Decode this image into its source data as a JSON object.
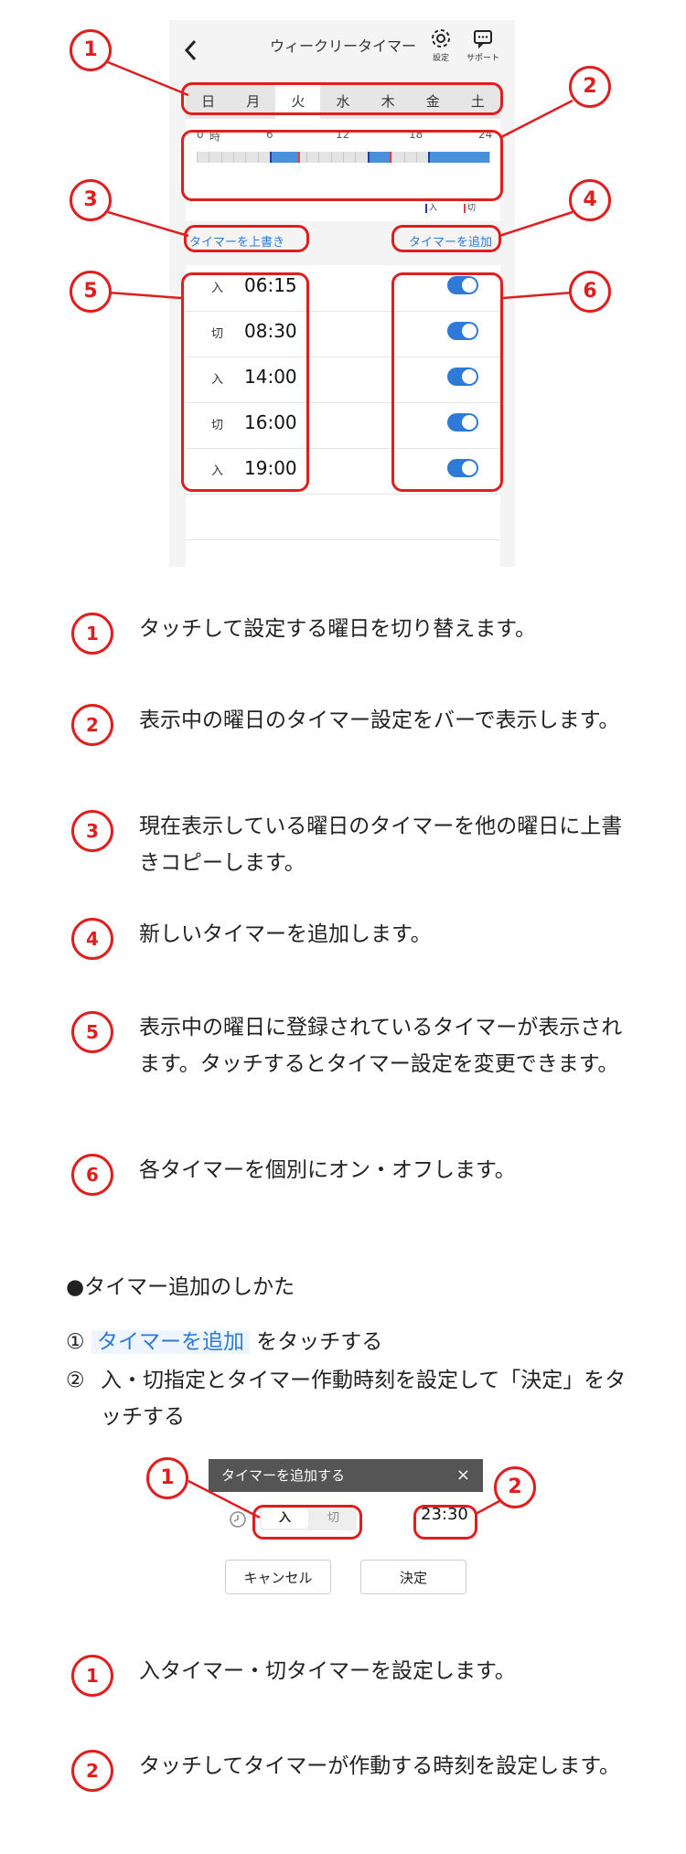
{
  "app": {
    "title": "ウィークリータイマー",
    "settings_label": "設定",
    "support_label": "サポート"
  },
  "days": [
    "日",
    "月",
    "火",
    "水",
    "木",
    "金",
    "土"
  ],
  "selected_day": "火",
  "timeline": {
    "tick_labels": [
      "0",
      "時",
      "6",
      "12",
      "18",
      "24"
    ],
    "legend_on": "入",
    "legend_off": "切",
    "on_segments": [
      {
        "start": 6.0,
        "end": 8.5
      },
      {
        "start": 14.0,
        "end": 16.0
      },
      {
        "start": 19.0,
        "end": 24.0
      }
    ],
    "colors": {
      "on": "#4a90d9",
      "off_marker": "#e04040",
      "on_marker": "#1f3fa8"
    }
  },
  "actions": {
    "overwrite_label": "タイマーを上書き",
    "add_label": "タイマーを追加"
  },
  "timers": [
    {
      "kind": "入",
      "time": "06:15",
      "enabled": true
    },
    {
      "kind": "切",
      "time": "08:30",
      "enabled": true
    },
    {
      "kind": "入",
      "time": "14:00",
      "enabled": true
    },
    {
      "kind": "切",
      "time": "16:00",
      "enabled": true
    },
    {
      "kind": "入",
      "time": "19:00",
      "enabled": true
    }
  ],
  "callout_numbers": [
    "1",
    "2",
    "3",
    "4",
    "5",
    "6"
  ],
  "descriptions": [
    "タッチして設定する曜日を切り替えます。",
    "表示中の曜日のタイマー設定をバーで表示します。",
    "現在表示している曜日のタイマーを他の曜日に上書きコピーします。",
    "新しいタイマーを追加します。",
    "表示中の曜日に登録されているタイマーが表示されます。タッチするとタイマー設定を変更できます。",
    "各タイマーを個別にオン・オフします。"
  ],
  "howto": {
    "heading": "●タイマー追加のしかた",
    "step1_num": "①",
    "step1_link": "タイマーを追加",
    "step1_text": "をタッチする",
    "step2_num": "②",
    "step2_text": "入・切指定とタイマー作動時刻を設定して「決定」をタッチする"
  },
  "dialog": {
    "title": "タイマーを追加する",
    "close": "×",
    "on_option": "入",
    "off_option": "切",
    "time": "23:30",
    "cancel": "キャンセル",
    "ok": "決定"
  },
  "dialog_callouts": [
    "1",
    "2"
  ],
  "dialog_descriptions": [
    "入タイマー・切タイマーを設定します。",
    "タッチしてタイマーが作動する時刻を設定します。"
  ],
  "accent_color": "#e01e1e",
  "link_color": "#2f7ad6"
}
